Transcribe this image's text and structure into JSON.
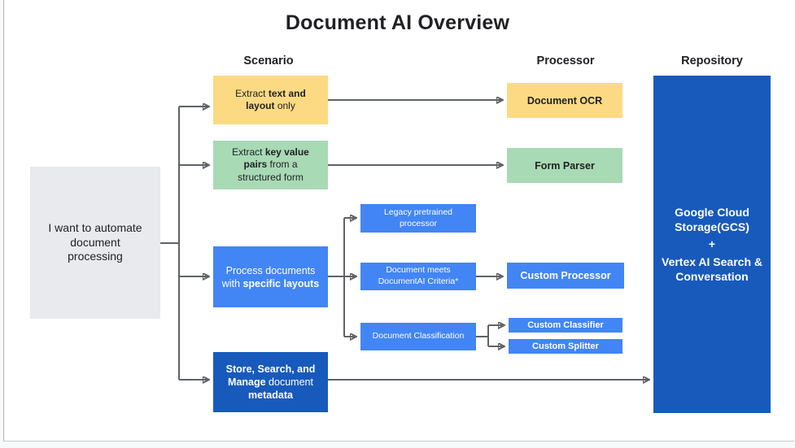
{
  "title": "Document AI Overview",
  "columns": {
    "scenario": "Scenario",
    "processor": "Processor",
    "repository": "Repository"
  },
  "root_box": {
    "text": "I want to automate document processing"
  },
  "scenarios": {
    "text_layout": {
      "pre": "Extract ",
      "bold": "text and layout",
      "post": " only"
    },
    "key_value": {
      "pre": "Extract ",
      "bold": "key value pairs",
      "post": " from a structured form"
    },
    "layouts": {
      "pre": "Process documents with ",
      "bold": "specific layouts",
      "post": ""
    },
    "store": {
      "bold1": "Store, Search, and Manage",
      "mid": " document ",
      "bold2": "metadata"
    }
  },
  "subprocesses": {
    "legacy": "Legacy pretrained processor",
    "meets_criteria": "Document meets DocumentAI Criteria*",
    "classification": "Document Classification"
  },
  "processors": {
    "document_ocr": "Document OCR",
    "form_parser": "Form Parser",
    "custom_processor": "Custom Processor",
    "custom_classifier": "Custom Classifier",
    "custom_splitter": "Custom Splitter"
  },
  "repository_box": {
    "line1": "Google Cloud Storage(GCS)",
    "line2": "+",
    "line3": "Vertex AI Search & Conversation"
  },
  "colors": {
    "yellow": "#FCDA83",
    "green": "#A8DAB5",
    "blue": "#4285F4",
    "dark-blue": "#185ABC",
    "gray-box": "#E8EAED",
    "arrow": "#5F6368"
  }
}
